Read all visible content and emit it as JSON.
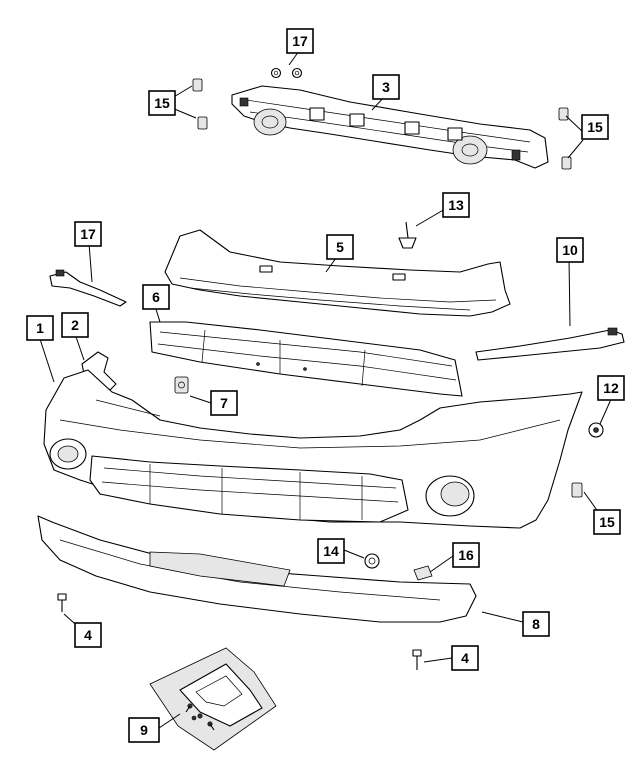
{
  "callouts": [
    {
      "id": "c1",
      "label": "1"
    },
    {
      "id": "c2",
      "label": "2"
    },
    {
      "id": "c3",
      "label": "3"
    },
    {
      "id": "c4a",
      "label": "4"
    },
    {
      "id": "c4b",
      "label": "4"
    },
    {
      "id": "c5",
      "label": "5"
    },
    {
      "id": "c6",
      "label": "6"
    },
    {
      "id": "c7",
      "label": "7"
    },
    {
      "id": "c8",
      "label": "8"
    },
    {
      "id": "c9",
      "label": "9"
    },
    {
      "id": "c10",
      "label": "10"
    },
    {
      "id": "c12",
      "label": "12"
    },
    {
      "id": "c13",
      "label": "13"
    },
    {
      "id": "c14",
      "label": "14"
    },
    {
      "id": "c15a",
      "label": "15"
    },
    {
      "id": "c15b",
      "label": "15"
    },
    {
      "id": "c15c",
      "label": "15"
    },
    {
      "id": "c16",
      "label": "16"
    },
    {
      "id": "c17a",
      "label": "17"
    },
    {
      "id": "c17b",
      "label": "17"
    }
  ]
}
